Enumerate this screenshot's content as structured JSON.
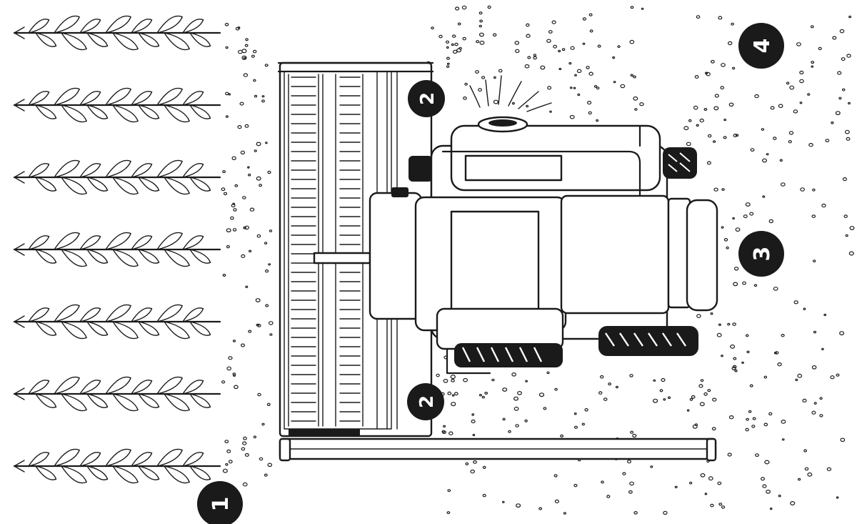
{
  "markers": [
    {
      "id": "marker-1",
      "label": "1"
    },
    {
      "id": "marker-2-top",
      "label": "2"
    },
    {
      "id": "marker-2-bottom",
      "label": "2"
    },
    {
      "id": "marker-3",
      "label": "3"
    },
    {
      "id": "marker-4",
      "label": "4"
    }
  ],
  "crop_rows": 7
}
